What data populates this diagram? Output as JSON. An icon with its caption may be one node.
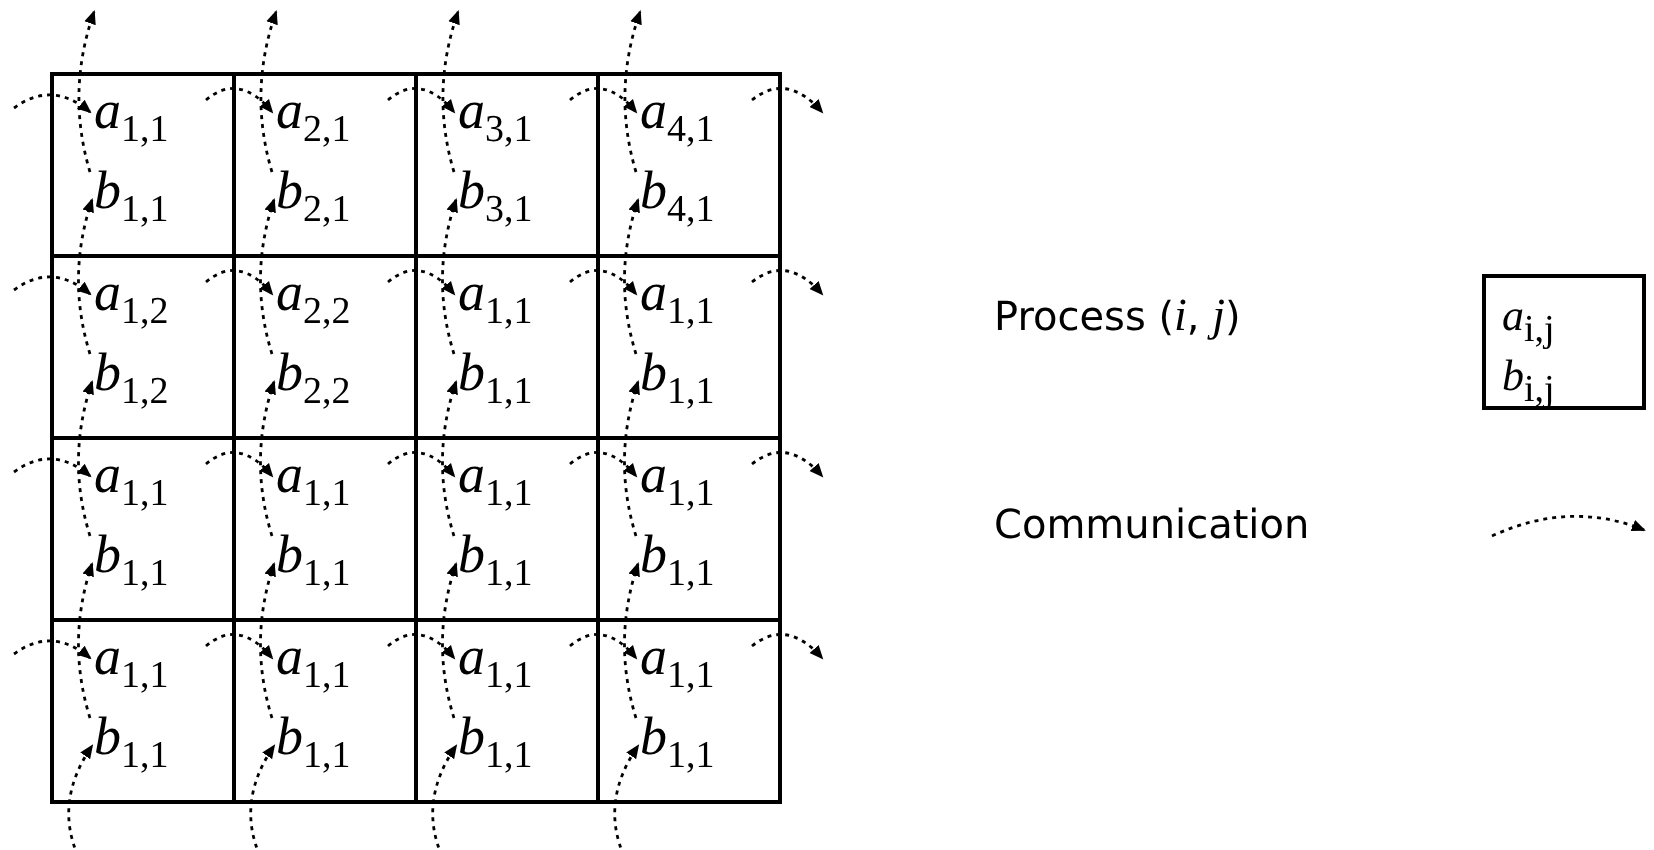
{
  "diagram": {
    "nodes": [
      {
        "text": [
          "*a*$_{1,1}$",
          "*b*$_{1,1}$"
        ]
      },
      {
        "text": [
          "*a*$_{2,1}$",
          "*b*$_{2,1}$"
        ]
      },
      {
        "text": [
          "*a*$_{3,1}$",
          "*b*$_{3,1}$"
        ]
      },
      {
        "text": [
          "*a*$_{4,1}$",
          "*b*$_{4,1}$"
        ]
      },
      {
        "text": [
          "*a*$_{1,2}$",
          "*b*$_{1,2}$"
        ]
      },
      {
        "text": [
          "*a*$_{2,2}$",
          "*b*$_{2,2}$"
        ]
      },
      {
        "text": [
          "*a*$_{1,1}$",
          "*b*$_{1,1}$"
        ]
      },
      {
        "text": [
          "*a*$_{1,1}$",
          "*b*$_{1,1}$"
        ]
      },
      {
        "text": [
          "*a*$_{1,1}$",
          "*b*$_{1,1}$"
        ]
      },
      {
        "text": [
          "*a*$_{1,1}$",
          "*b*$_{1,1}$"
        ]
      },
      {
        "text": [
          "*a*$_{1,1}$",
          "*b*$_{1,1}$"
        ]
      },
      {
        "text": [
          "*a*$_{1,1}$",
          "*b*$_{1,1}$"
        ]
      },
      {
        "text": [
          "*a*$_{1,1}$",
          "*b*$_{1,1}$"
        ]
      },
      {
        "text": [
          "*a*$_{1,1}$",
          "*b*$_{1,1}$"
        ]
      },
      {
        "text": [
          "*a*$_{1,1}$",
          "*b*$_{1,1}$"
        ]
      },
      {
        "text": [
          "*a*$_{1,1}$",
          "*b*$_{1,1}$"
        ]
      },
      {
        "text": [
          "*a*$_{i,j}$",
          "*b*$_{i,j}$"
        ]
      }
    ],
    "edges": [
      {
        "from": null,
        "to": 0,
        "arrow": "to",
        "style": "dashed"
      },
      {
        "from": 0,
        "to": 1,
        "arrow": "to",
        "style": "dashed"
      },
      {
        "from": 1,
        "to": 2,
        "arrow": "to",
        "style": "dashed"
      },
      {
        "from": 2,
        "to": 3,
        "arrow": "to",
        "style": "dashed"
      },
      {
        "from": 3,
        "to": null,
        "arrow": "to",
        "style": "dashed"
      },
      {
        "from": null,
        "to": 4,
        "arrow": "to",
        "style": "dashed"
      },
      {
        "from": 4,
        "to": 5,
        "arrow": "to",
        "style": "dashed"
      },
      {
        "from": 5,
        "to": 6,
        "arrow": "to",
        "style": "dashed"
      },
      {
        "from": 6,
        "to": 7,
        "arrow": "to",
        "style": "dashed"
      },
      {
        "from": 7,
        "to": null,
        "arrow": "to",
        "style": "dashed"
      },
      {
        "from": null,
        "to": 8,
        "arrow": "to",
        "style": "dashed"
      },
      {
        "from": 8,
        "to": 9,
        "arrow": "to",
        "style": "dashed"
      },
      {
        "from": 9,
        "to": 10,
        "arrow": "to",
        "style": "dashed"
      },
      {
        "from": 10,
        "to": 11,
        "arrow": "to",
        "style": "dashed"
      },
      {
        "from": 11,
        "to": null,
        "arrow": "to",
        "style": "dashed"
      },
      {
        "from": null,
        "to": 12,
        "arrow": "to",
        "style": "dashed"
      },
      {
        "from": 12,
        "to": 13,
        "arrow": "to",
        "style": "dashed"
      },
      {
        "from": 13,
        "to": 14,
        "arrow": "to",
        "style": "dashed"
      },
      {
        "from": 14,
        "to": 15,
        "arrow": "to",
        "style": "dashed"
      },
      {
        "from": 15,
        "to": null,
        "arrow": "to",
        "style": "dashed"
      },
      {
        "from": null,
        "to": 12,
        "arrow": "to",
        "style": "dashed"
      },
      {
        "from": 12,
        "to": 8,
        "arrow": "to",
        "style": "dashed"
      },
      {
        "from": 8,
        "to": 4,
        "arrow": "to",
        "style": "dashed"
      },
      {
        "from": 4,
        "to": 0,
        "arrow": "to",
        "style": "dashed"
      },
      {
        "from": 0,
        "to": null,
        "arrow": "to",
        "style": "dashed"
      },
      {
        "from": null,
        "to": 13,
        "arrow": "to",
        "style": "dashed"
      },
      {
        "from": 13,
        "to": 9,
        "arrow": "to",
        "style": "dashed"
      },
      {
        "from": 9,
        "to": 5,
        "arrow": "to",
        "style": "dashed"
      },
      {
        "from": 5,
        "to": 1,
        "arrow": "to",
        "style": "dashed"
      },
      {
        "from": 1,
        "to": null,
        "arrow": "to",
        "style": "dashed"
      },
      {
        "from": null,
        "to": 14,
        "arrow": "to",
        "style": "dashed"
      },
      {
        "from": 14,
        "to": 10,
        "arrow": "to",
        "style": "dashed"
      },
      {
        "from": 10,
        "to": 6,
        "arrow": "to",
        "style": "dashed"
      },
      {
        "from": 6,
        "to": 2,
        "arrow": "to",
        "style": "dashed"
      },
      {
        "from": 2,
        "to": null,
        "arrow": "to",
        "style": "dashed"
      },
      {
        "from": null,
        "to": 15,
        "arrow": "to",
        "style": "dashed"
      },
      {
        "from": 15,
        "to": 11,
        "arrow": "to",
        "style": "dashed"
      },
      {
        "from": 11,
        "to": 7,
        "arrow": "to",
        "style": "dashed"
      },
      {
        "from": 7,
        "to": 3,
        "arrow": "to",
        "style": "dashed"
      },
      {
        "from": 3,
        "to": null,
        "arrow": "to",
        "style": "dashed"
      }
    ],
    "legend": [
      {
        "text": "Process (*i*, *j*)"
      },
      {
        "text": "Communication"
      }
    ]
  }
}
